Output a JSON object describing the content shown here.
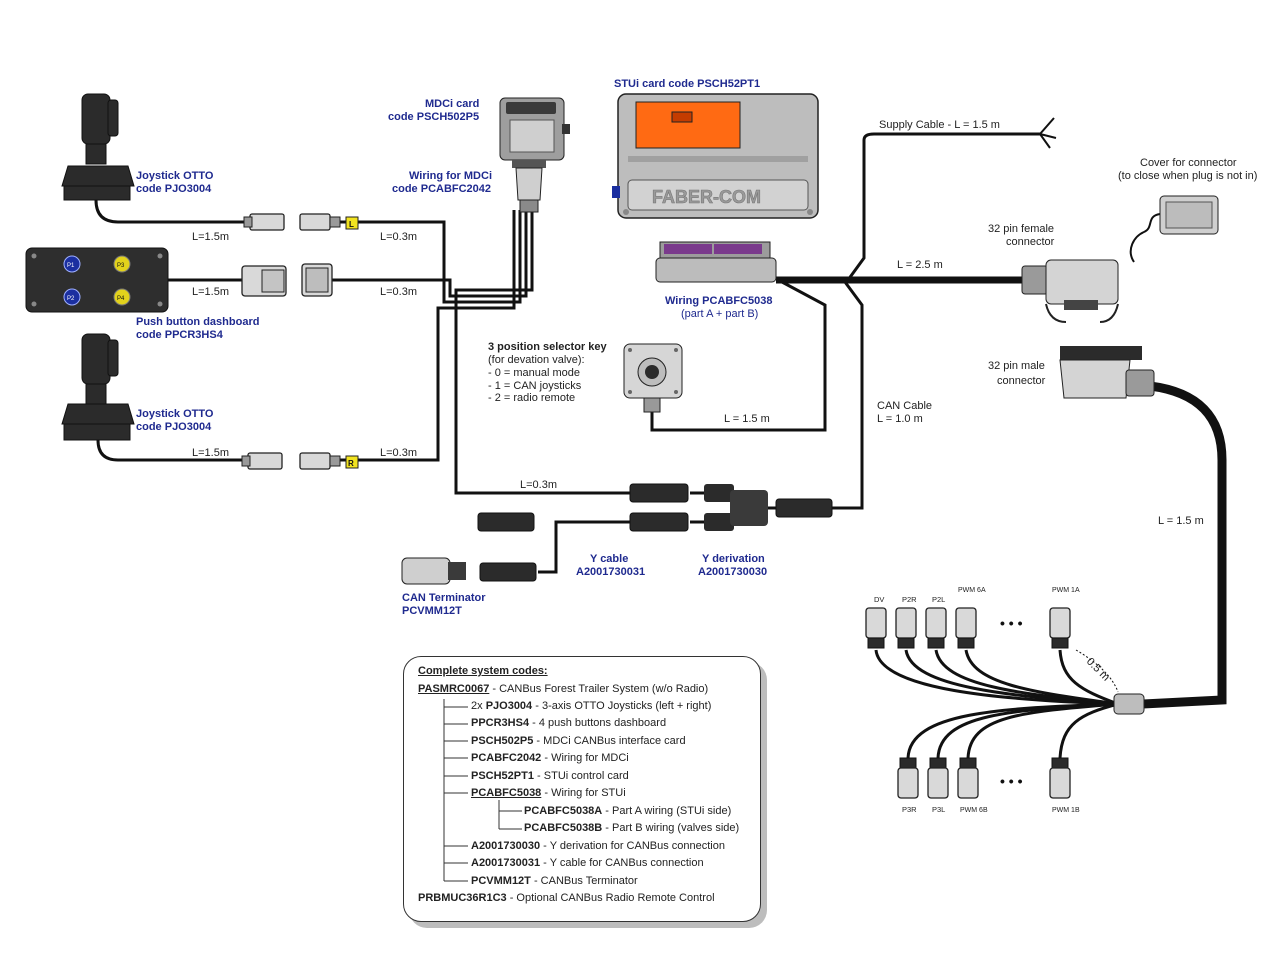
{
  "labels": {
    "mdci_card": [
      "MDCi card",
      "code PSCH502P5"
    ],
    "stui_card": "STUi card code PSCH52PT1",
    "faber_logo": "FABER-COM",
    "joystick_top": [
      "Joystick OTTO",
      "code PJO3004"
    ],
    "joystick_bottom": [
      "Joystick OTTO",
      "code PJO3004"
    ],
    "push_button": [
      "Push button dashboard",
      "code PPCR3HS4"
    ],
    "wiring_mdci": [
      "Wiring for MDCi",
      "code PCABFC2042"
    ],
    "wiring_stui": [
      "Wiring PCABFC5038",
      "(part A + part B)"
    ],
    "selector_key": [
      "3 position selector key",
      "(for devation valve):",
      "- 0 = manual mode",
      "- 1 = CAN joysticks",
      "- 2 = radio remote"
    ],
    "supply_cable": "Supply Cable  - L = 1.5 m",
    "cover": [
      "Cover for connector",
      "(to close when plug is not in)"
    ],
    "female_connector": [
      "32 pin female",
      "connector"
    ],
    "male_connector": [
      "32 pin male",
      "connector"
    ],
    "can_cable": [
      "CAN Cable",
      "L = 1.0 m"
    ],
    "y_cable": [
      "Y cable",
      "A2001730031"
    ],
    "y_derivation": [
      "Y derivation",
      "A2001730030"
    ],
    "can_terminator": [
      "CAN Terminator",
      "PCVMM12T"
    ],
    "pb_buttons": [
      "P1",
      "P3",
      "P2",
      "P4"
    ],
    "connector_tags": [
      "L",
      "R"
    ],
    "lengths": {
      "j1": "L=1.5m",
      "j1b": "L=0.3m",
      "pb": "L=1.5m",
      "pbb": "L=0.3m",
      "j2": "L=1.5m",
      "j2b": "L=0.3m",
      "y": "L=0.3m",
      "key": "L = 1.5 m",
      "stui": "L = 2.5 m",
      "valves": "L = 1.5 m",
      "branch": "0.5 m"
    },
    "valve_top": [
      "DV",
      "P2R",
      "P2L",
      "PWM 6A",
      "PWM 1A"
    ],
    "valve_bottom": [
      "P3R",
      "P3L",
      "PWM 6B",
      "PWM 1B"
    ],
    "ellipsis": "• • •"
  },
  "legend": {
    "title": "Complete system codes:",
    "main": {
      "code": "PASMRC0067",
      "desc": " - CANBus Forest Trailer System (w/o Radio)"
    },
    "items": [
      {
        "prefix": "2x ",
        "code": "PJO3004",
        "desc": " - 3-axis OTTO Joysticks (left + right)"
      },
      {
        "prefix": "",
        "code": "PPCR3HS4",
        "desc": " - 4 push buttons dashboard"
      },
      {
        "prefix": "",
        "code": "PSCH502P5",
        "desc": " - MDCi CANBus interface card"
      },
      {
        "prefix": "",
        "code": "PCABFC2042",
        "desc": " - Wiring for MDCi"
      },
      {
        "prefix": "",
        "code": "PSCH52PT1",
        "desc": " - STUi control card"
      },
      {
        "prefix": "",
        "code": "PCABFC5038",
        "desc": " - Wiring for STUi"
      }
    ],
    "subitems": [
      {
        "code": "PCABFC5038A",
        "desc": " - Part A wiring (STUi side)"
      },
      {
        "code": "PCABFC5038B",
        "desc": " - Part B wiring (valves side)"
      }
    ],
    "items2": [
      {
        "code": "A2001730030",
        "desc": " - Y derivation for CANBus connection"
      },
      {
        "code": "A2001730031",
        "desc": " - Y cable for CANBus connection"
      },
      {
        "code": "PCVMM12T",
        "desc": " - CANBus Terminator"
      }
    ],
    "optional": {
      "code": "PRBMUC36R1C3",
      "desc": " - Optional CANBus Radio Remote Control"
    }
  }
}
